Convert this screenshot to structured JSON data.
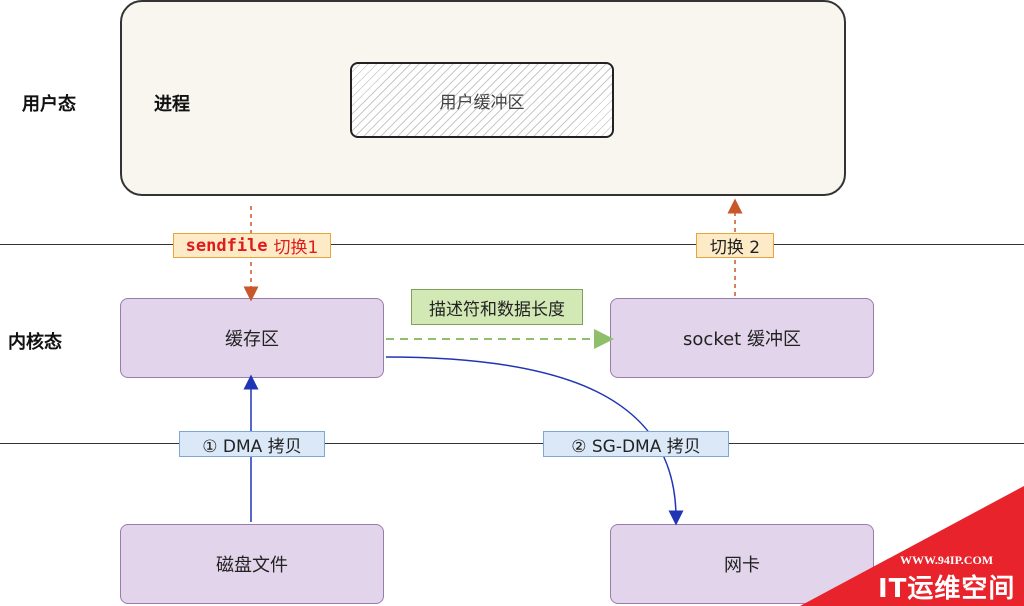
{
  "zones": {
    "user_mode": "用户态",
    "kernel_mode": "内核态"
  },
  "user_space": {
    "process_label": "进程",
    "user_buffer": "用户缓冲区"
  },
  "kernel_space": {
    "cache_buffer": "缓存区",
    "socket_buffer": "socket 缓冲区",
    "descriptor_label": "描述符和数据长度"
  },
  "hardware": {
    "disk_file": "磁盘文件",
    "nic": "网卡"
  },
  "transitions": {
    "switch1_func": "sendfile",
    "switch1_text": "切换1",
    "switch2_text": "切换 2"
  },
  "copies": {
    "dma_copy": "① DMA 拷贝",
    "sg_dma_copy": "② SG-DMA 拷贝"
  },
  "watermark": {
    "url": "WWW.94IP.COM",
    "brand": "IT运维空间"
  },
  "colors": {
    "user_box_fill": "#f8f6ef",
    "kernel_box_fill": "#e2d4ea",
    "switch_arrow": "#c8572a",
    "copy_arrow": "#1f35b5",
    "descriptor_arrow": "#8fbf6a",
    "watermark_red": "#e8232b"
  }
}
